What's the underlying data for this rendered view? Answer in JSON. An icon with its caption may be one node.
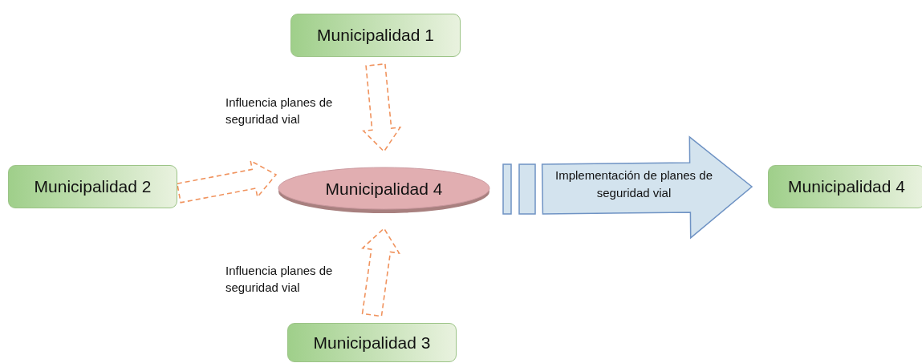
{
  "diagram": {
    "nodes": [
      {
        "text": [
          "Municipalidad 1"
        ]
      },
      {
        "text": [
          "Municipalidad 2"
        ]
      },
      {
        "text": [
          "Municipalidad 4"
        ]
      },
      {
        "text": [
          "Municipalidad 4"
        ]
      },
      {
        "text": [
          "Municipalidad 3"
        ]
      }
    ],
    "edges": [
      {
        "from": 0,
        "to": 2,
        "arrow": "to",
        "style": "dashed",
        "label": "Influencia planes de seguridad vial"
      },
      {
        "from": 1,
        "to": 2,
        "arrow": "to",
        "style": "dashed"
      },
      {
        "from": 4,
        "to": 2,
        "arrow": "to",
        "style": "dashed",
        "label": "Influencia planes de seguridad vial"
      },
      {
        "from": 2,
        "to": 3,
        "arrow": "to",
        "style": "thick",
        "color": "#6f93c4",
        "label": "Implementación de planes de seguridad vial"
      }
    ]
  }
}
